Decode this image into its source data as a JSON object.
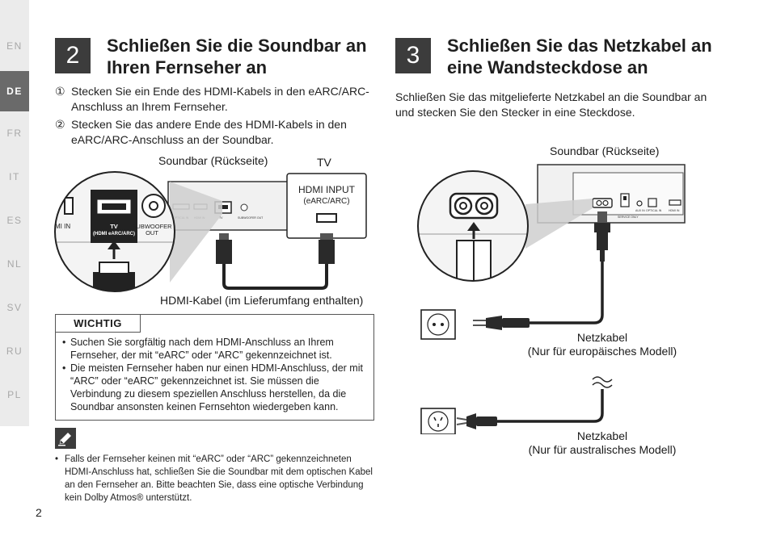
{
  "sidebar": {
    "languages": [
      "EN",
      "DE",
      "FR",
      "IT",
      "ES",
      "NL",
      "SV",
      "RU",
      "PL"
    ],
    "active": "DE"
  },
  "step2": {
    "number": "2",
    "title_line1": "Schließen Sie die Soundbar an",
    "title_line2": "Ihren Fernseher an",
    "items": [
      {
        "num": "①",
        "text": "Stecken Sie ein Ende des HDMI-Kabels in den eARC/ARC-Anschluss an Ihrem Fernseher."
      },
      {
        "num": "②",
        "text": "Stecken Sie das andere Ende des HDMI-Kabels in den eARC/ARC-Anschluss an der Soundbar."
      }
    ],
    "diagram": {
      "soundbar_label": "Soundbar (Rückseite)",
      "tv_label": "TV",
      "hdmi_input_line1": "HDMI INPUT",
      "hdmi_input_line2": "(eARC/ARC)",
      "cable_label": "HDMI-Kabel (im Lieferumfang enthalten)",
      "zoom_left_port": "MI IN",
      "zoom_tv_port_line1": "TV",
      "zoom_tv_port_line2": "(HDMI eARC/ARC)",
      "zoom_sub_line1": "SUBWOOFER",
      "zoom_sub_line2": "OUT",
      "panel_port_labels": [
        "OPTICAL IN",
        "HDMI IN",
        "TV",
        "SUBWOOFER OUT"
      ]
    }
  },
  "warning": {
    "title": "WICHTIG",
    "items": [
      "Suchen Sie sorgfältig nach dem HDMI-Anschluss an Ihrem Fernseher, der mit “eARC” oder “ARC” gekennzeichnet ist.",
      "Die meisten Fernseher haben nur einen HDMI-Anschluss, der mit “ARC” oder “eARC” gekennzeichnet ist. Sie müssen die Verbindung zu diesem speziellen Anschluss herstellen, da die Soundbar ansonsten keinen Fernsehton wiedergeben kann."
    ]
  },
  "note": {
    "icon": "pencil-icon",
    "items": [
      "Falls der Fernseher keinen mit “eARC” oder “ARC” gekennzeichneten HDMI-Anschluss hat, schließen Sie die Soundbar mit dem optischen Kabel an den Fernseher an. Bitte beachten Sie, dass eine optische Verbindung kein Dolby Atmos® unterstützt."
    ]
  },
  "step3": {
    "number": "3",
    "title_line1": "Schließen Sie das Netzkabel an",
    "title_line2": "eine Wandsteckdose an",
    "body": "Schließen Sie das mitgelieferte Netzkabel an die Soundbar an und stecken Sie den Stecker in eine Steckdose.",
    "diagram": {
      "soundbar_label": "Soundbar (Rückseite)",
      "panel_port_labels": [
        "SERVICE ONLY",
        "AUX IN",
        "OPTICAL IN",
        "HDMI IN"
      ],
      "cable_eu_line1": "Netzkabel",
      "cable_eu_line2": "(Nur für europäisches Modell)",
      "cable_au_line1": "Netzkabel",
      "cable_au_line2": "(Nur für australisches Modell)"
    }
  },
  "page_number": "2"
}
